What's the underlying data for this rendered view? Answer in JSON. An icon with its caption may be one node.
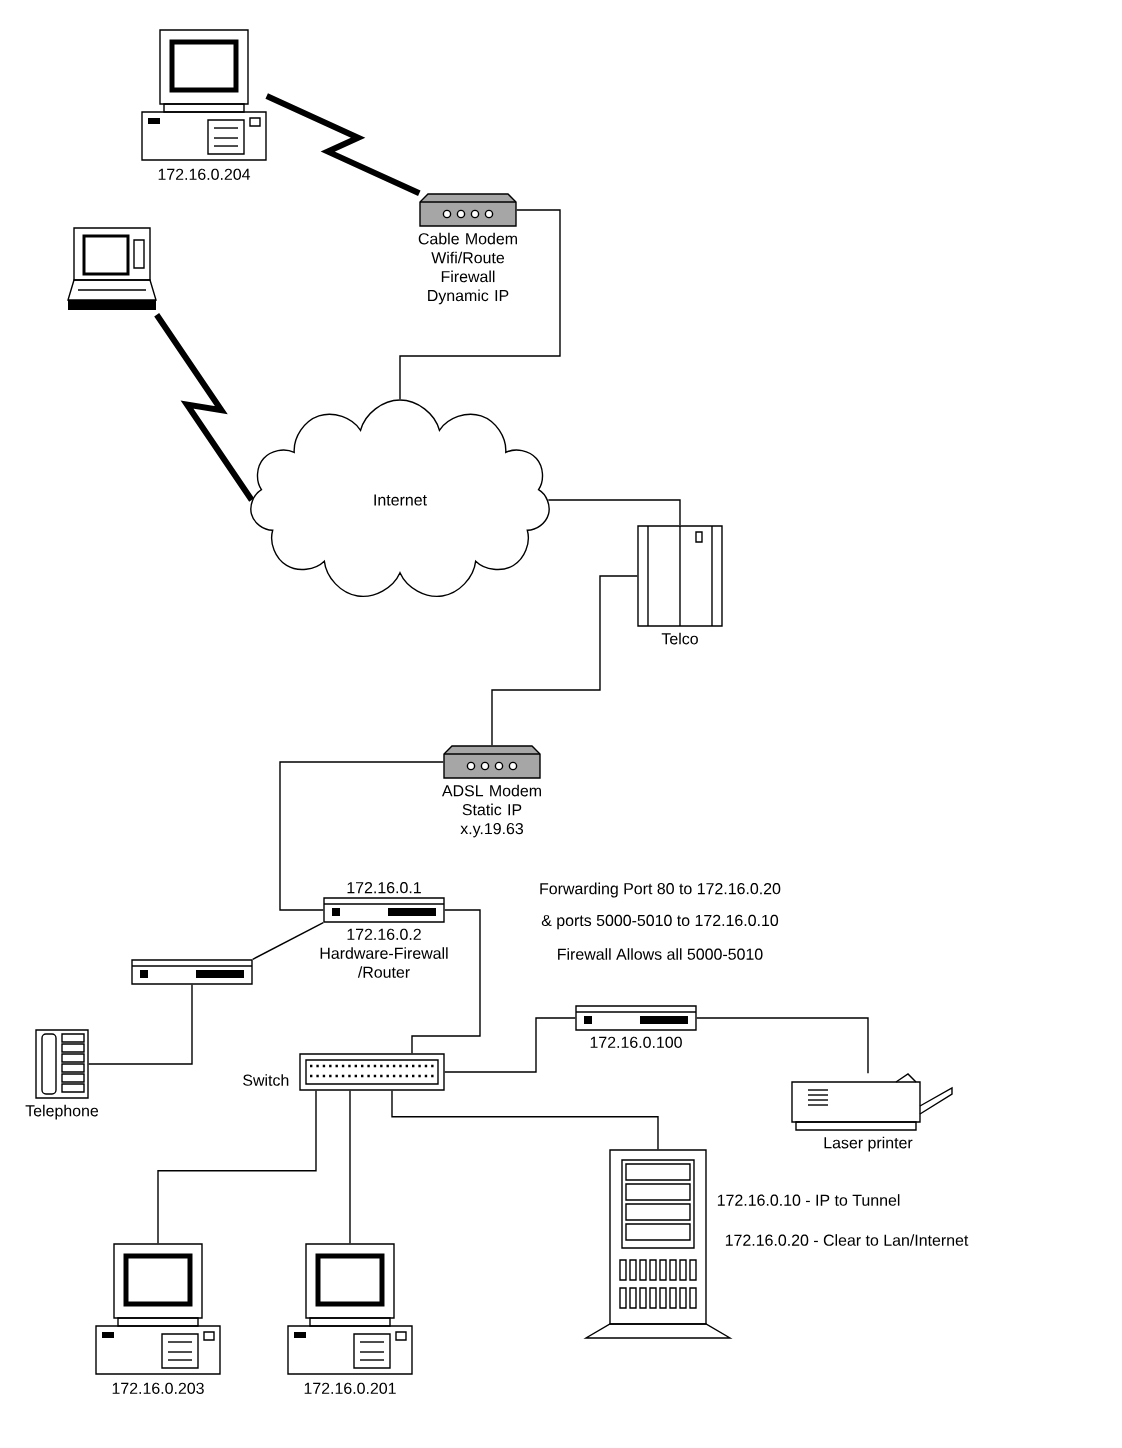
{
  "diagram": {
    "nodes": [
      {
        "text": [
          "172.16.0.204"
        ]
      },
      {
        "text": [
          "Cable Modem Wifi/Route Firewall Dynamic IP"
        ]
      },
      {
        "text": [],
        "shape": "laptop"
      },
      {
        "text": [
          "Internet"
        ]
      },
      {
        "text": [
          "Telco"
        ]
      },
      {
        "text": [
          "ADSL Modem Static IP x.y.19.63"
        ]
      },
      {
        "text": [
          "172.16.0.1",
          "172.16.0.2 Hardware-Firewall /Router"
        ]
      },
      {
        "text": [],
        "shape": "box"
      },
      {
        "text": [
          "Telephone"
        ]
      },
      {
        "text": [
          "Switch"
        ]
      },
      {
        "text": [
          "172.16.0.100"
        ]
      },
      {
        "text": [
          "Laser printer"
        ]
      },
      {
        "text": [
          "172.16.0.203"
        ]
      },
      {
        "text": [
          "172.16.0.201"
        ]
      },
      {
        "text": [],
        "shape": "server",
        "beside": [
          "172.16.0.10 - IP to Tunnel",
          "172.16.0.20 - Clear to Lan/Internet"
        ]
      }
    ],
    "edges": [
      {
        "from": 0,
        "to": 1,
        "arrow": "none",
        "style": "thick"
      },
      {
        "from": 1,
        "to": 3,
        "arrow": "none"
      },
      {
        "from": 2,
        "to": 3,
        "arrow": "none",
        "style": "thick"
      },
      {
        "from": 3,
        "to": 4,
        "arrow": "none"
      },
      {
        "from": 4,
        "to": 5,
        "arrow": "none"
      },
      {
        "from": 5,
        "to": 6,
        "arrow": "none"
      },
      {
        "from": 6,
        "to": 7,
        "arrow": "none"
      },
      {
        "from": 7,
        "to": 8,
        "arrow": "none"
      },
      {
        "from": 6,
        "to": 9,
        "arrow": "none"
      },
      {
        "from": 9,
        "to": 10,
        "arrow": "none"
      },
      {
        "from": 10,
        "to": 11,
        "arrow": "none"
      },
      {
        "from": 9,
        "to": 12,
        "arrow": "none"
      },
      {
        "from": 9,
        "to": 13,
        "arrow": "none"
      },
      {
        "from": 9,
        "to": 14,
        "arrow": "none"
      }
    ],
    "labels": [
      "Forwarding Port 80 to 172.16.0.20",
      "& ports 5000-5010 to 172.16.0.10",
      "Firewall Allows all 5000-5010"
    ]
  }
}
